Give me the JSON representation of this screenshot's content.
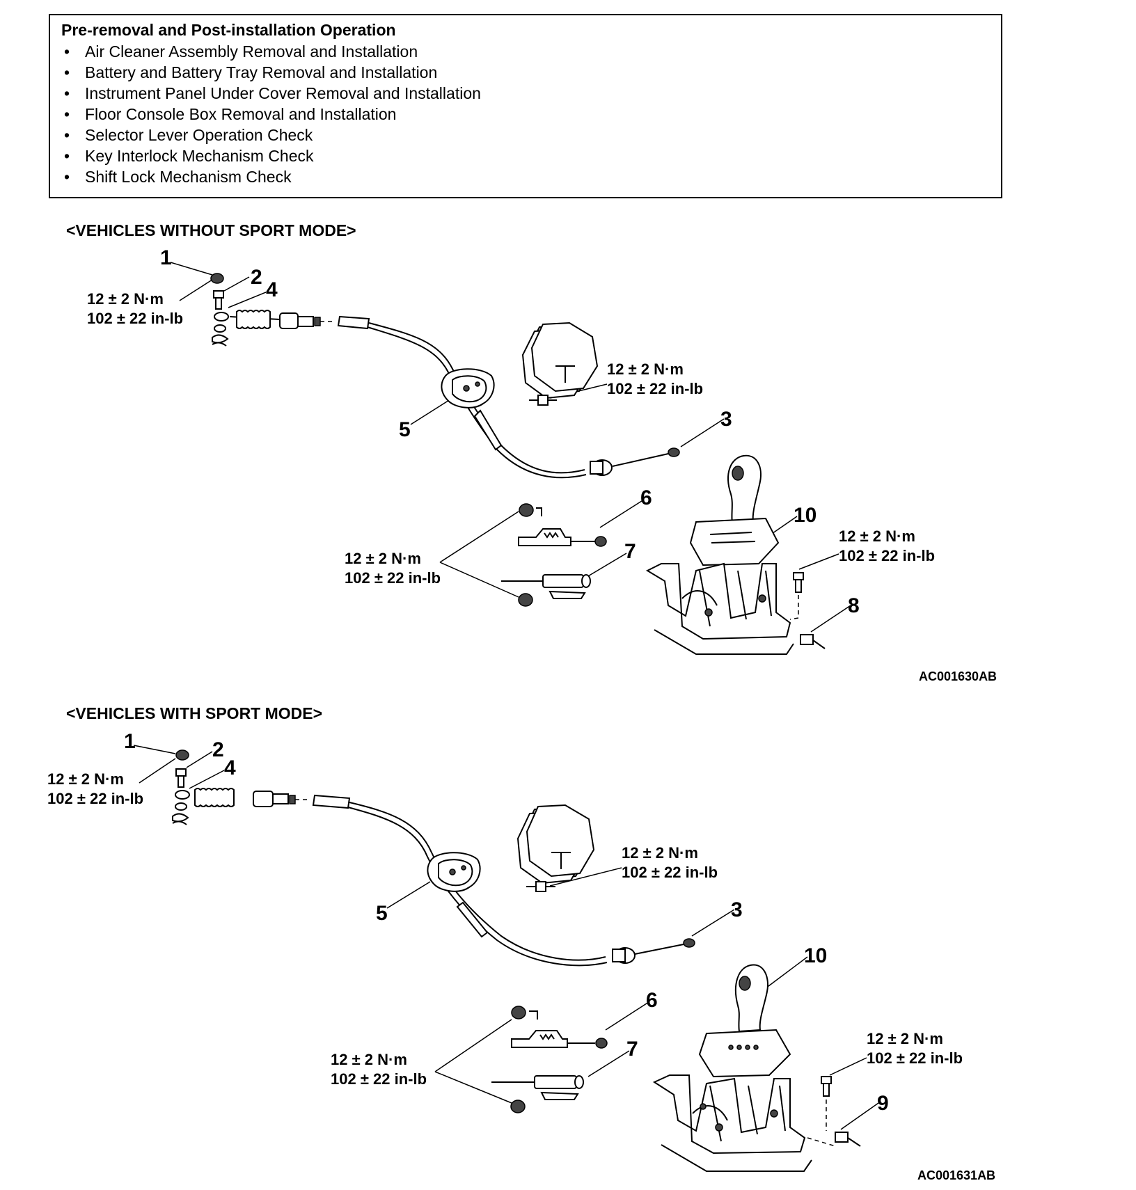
{
  "operations": {
    "heading": "Pre-removal and Post-installation Operation",
    "items": [
      "Air Cleaner Assembly Removal and Installation",
      "Battery and Battery Tray Removal and Installation",
      "Instrument Panel Under Cover Removal and Installation",
      "Floor Console Box Removal and Installation",
      "Selector Lever Operation Check",
      "Key Interlock Mechanism Check",
      "Shift Lock Mechanism Check"
    ]
  },
  "torque": {
    "nm": "12 ± 2 N·m",
    "inlb": "102 ± 22 in-lb",
    "nm_spaced": "12 ±  2 N·m"
  },
  "diagrams": [
    {
      "title": "<VEHICLES WITHOUT SPORT MODE>",
      "code": "AC001630AB",
      "callouts": [
        "1",
        "2",
        "4",
        "5",
        "3",
        "6",
        "7",
        "10",
        "8"
      ]
    },
    {
      "title": "<VEHICLES WITH SPORT MODE>",
      "code": "AC001631AB",
      "callouts": [
        "1",
        "2",
        "4",
        "5",
        "3",
        "6",
        "7",
        "10",
        "9"
      ]
    }
  ]
}
